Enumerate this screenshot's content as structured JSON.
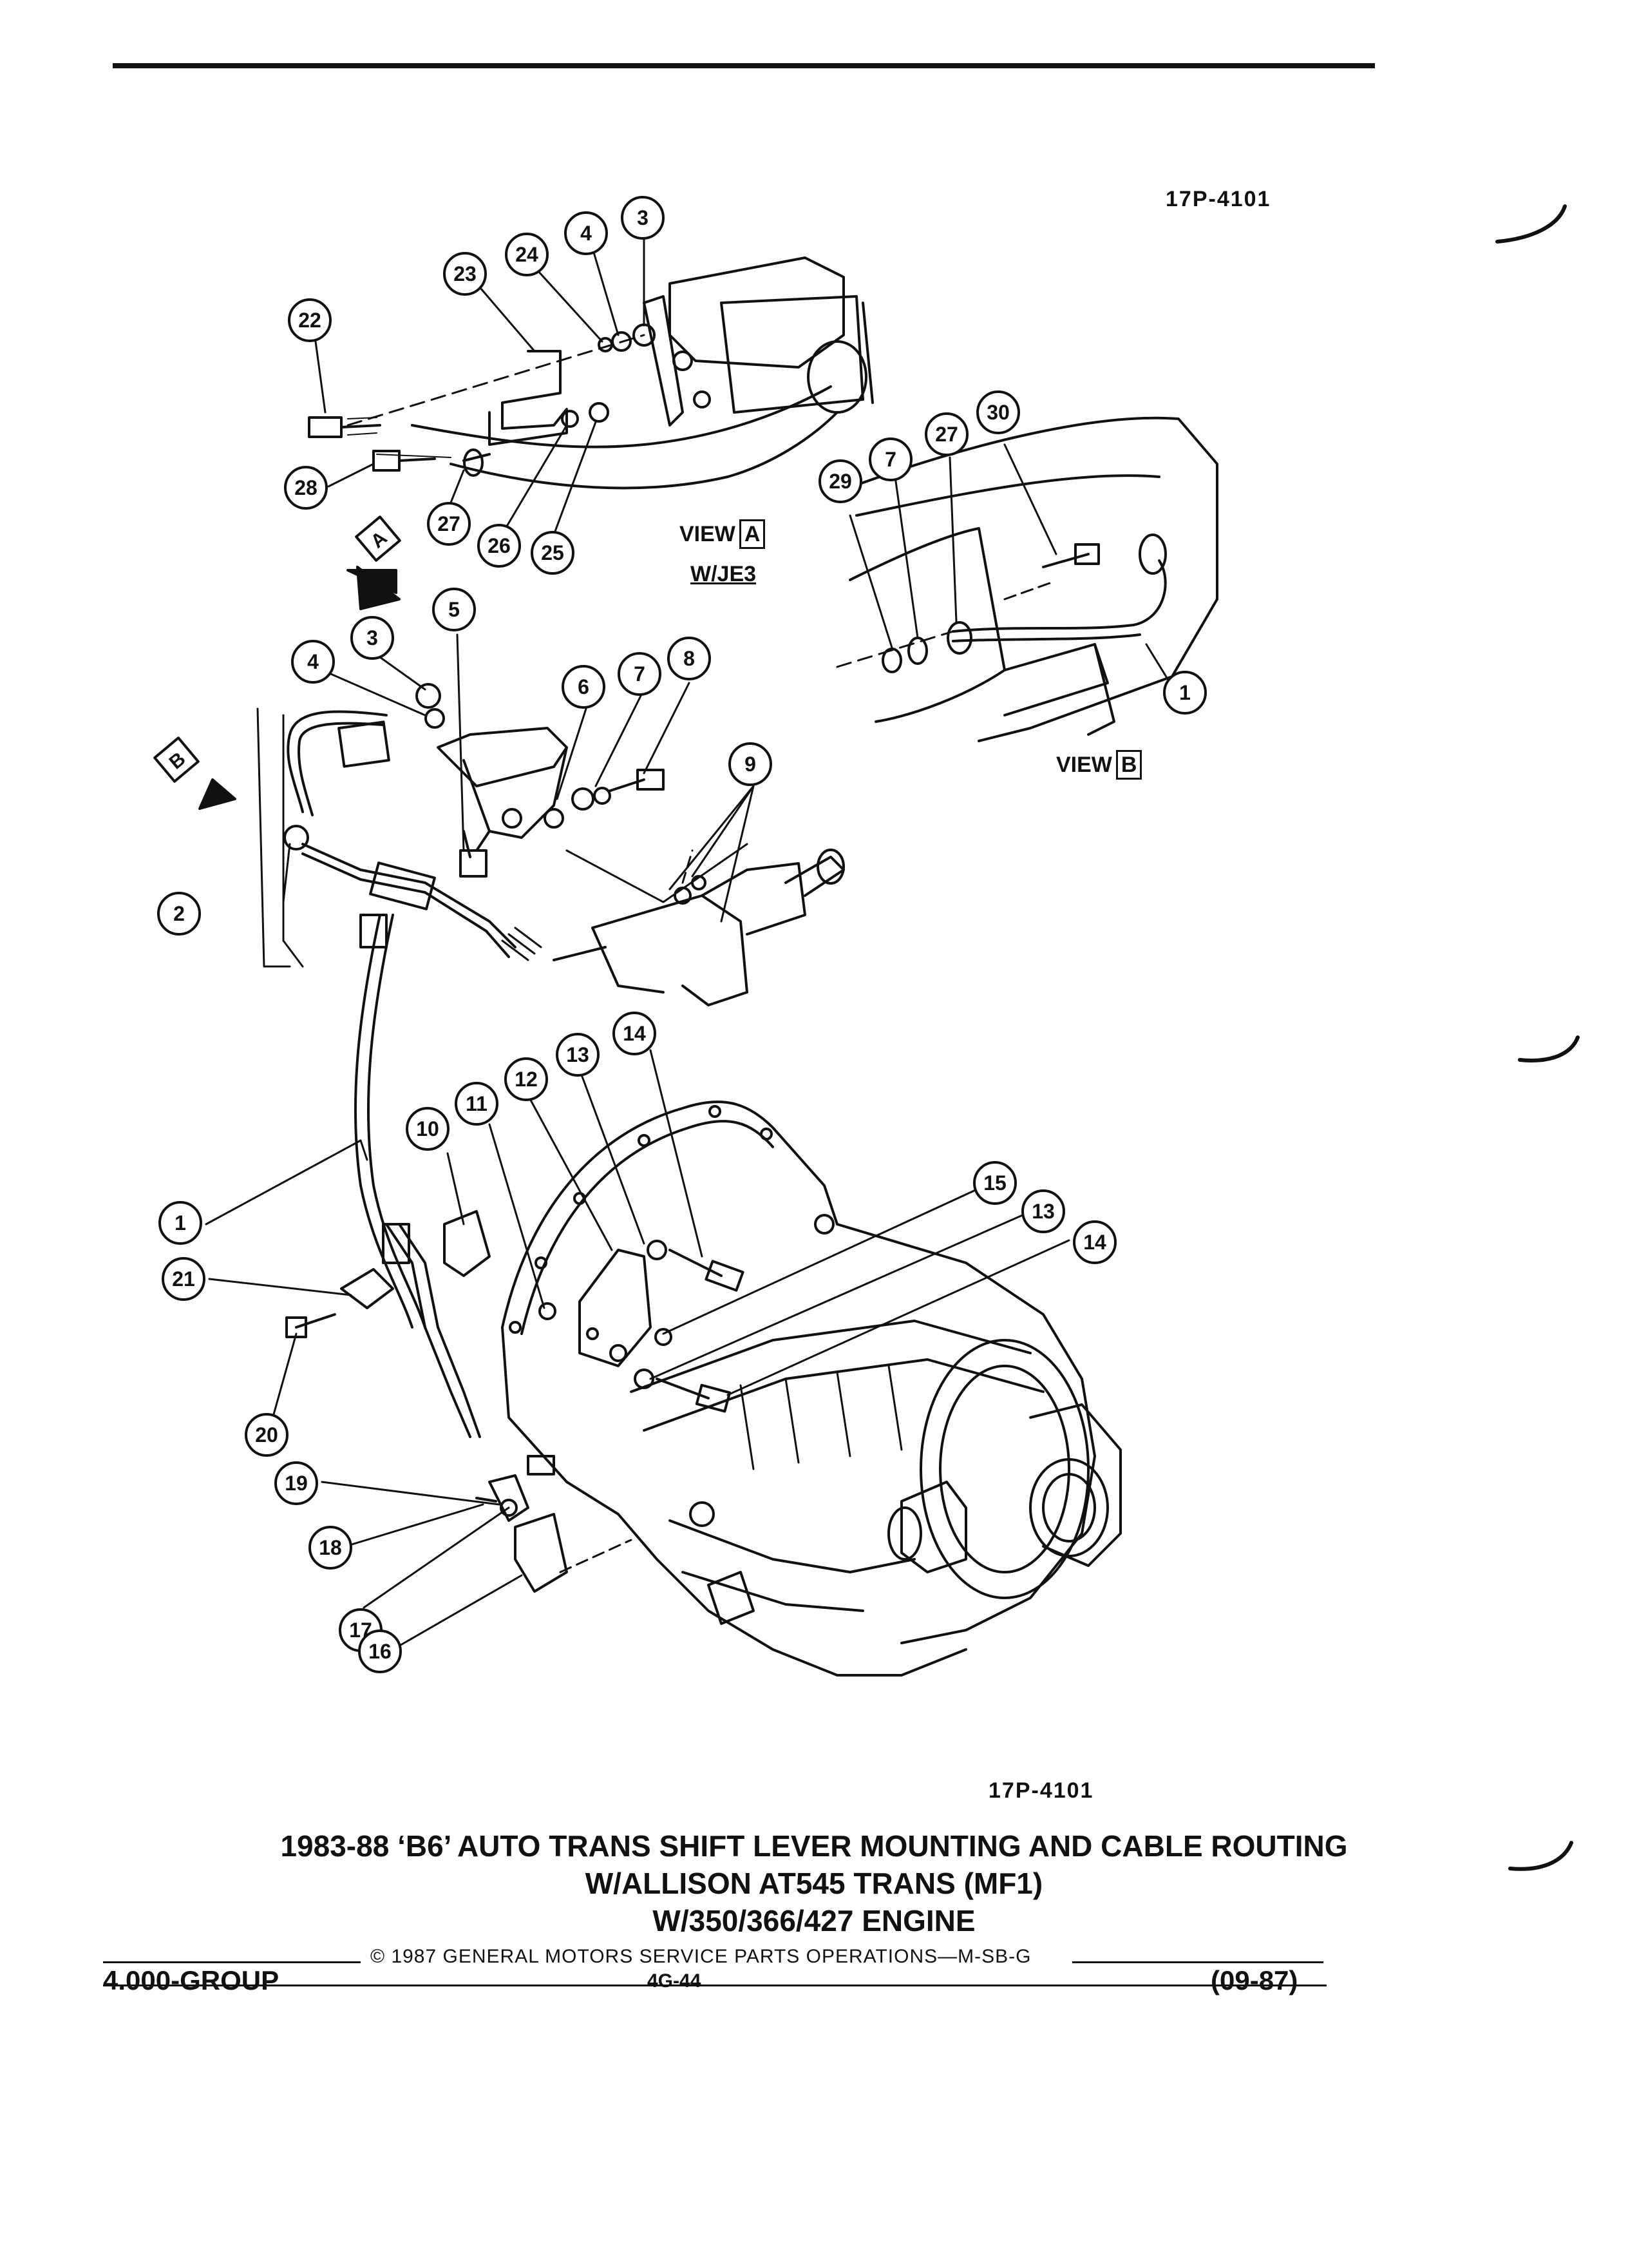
{
  "header": {
    "reference_top": "17P-4101",
    "reference_bottom": "17P-4101"
  },
  "title": {
    "line1": "1983-88 ‘B6’ AUTO TRANS SHIFT LEVER MOUNTING AND CABLE ROUTING",
    "line2": "W/ALLISON AT545 TRANS (MF1)",
    "line3": "W/350/366/427 ENGINE"
  },
  "views": {
    "view_a_label": "VIEW",
    "view_a_letter": "A",
    "view_a_sub": "W/JE3",
    "view_b_label": "VIEW",
    "view_b_letter": "B",
    "arrow_a_letter": "A",
    "arrow_b_letter": "B"
  },
  "callouts": [
    {
      "id": "c22",
      "label": "22"
    },
    {
      "id": "c23",
      "label": "23"
    },
    {
      "id": "c24",
      "label": "24"
    },
    {
      "id": "c4a",
      "label": "4"
    },
    {
      "id": "c3a",
      "label": "3"
    },
    {
      "id": "c28",
      "label": "28"
    },
    {
      "id": "c27a",
      "label": "27"
    },
    {
      "id": "c26",
      "label": "26"
    },
    {
      "id": "c25",
      "label": "25"
    },
    {
      "id": "c29",
      "label": "29"
    },
    {
      "id": "c7a",
      "label": "7"
    },
    {
      "id": "c27b",
      "label": "27"
    },
    {
      "id": "c30",
      "label": "30"
    },
    {
      "id": "c1a",
      "label": "1"
    },
    {
      "id": "c5",
      "label": "5"
    },
    {
      "id": "c3b",
      "label": "3"
    },
    {
      "id": "c4b",
      "label": "4"
    },
    {
      "id": "c6",
      "label": "6"
    },
    {
      "id": "c7b",
      "label": "7"
    },
    {
      "id": "c8",
      "label": "8"
    },
    {
      "id": "c9",
      "label": "9"
    },
    {
      "id": "c2",
      "label": "2"
    },
    {
      "id": "c14a",
      "label": "14"
    },
    {
      "id": "c13a",
      "label": "13"
    },
    {
      "id": "c12",
      "label": "12"
    },
    {
      "id": "c11",
      "label": "11"
    },
    {
      "id": "c10",
      "label": "10"
    },
    {
      "id": "c1b",
      "label": "1"
    },
    {
      "id": "c21",
      "label": "21"
    },
    {
      "id": "c15",
      "label": "15"
    },
    {
      "id": "c13b",
      "label": "13"
    },
    {
      "id": "c14b",
      "label": "14"
    },
    {
      "id": "c20",
      "label": "20"
    },
    {
      "id": "c19",
      "label": "19"
    },
    {
      "id": "c18",
      "label": "18"
    },
    {
      "id": "c17",
      "label": "17"
    },
    {
      "id": "c16",
      "label": "16"
    }
  ],
  "footer": {
    "copyright": "© 1987 GENERAL MOTORS SERVICE PARTS OPERATIONS—M-SB-G",
    "group": "4.000-GROUP",
    "page": "4G-44",
    "date": "(09-87)"
  }
}
